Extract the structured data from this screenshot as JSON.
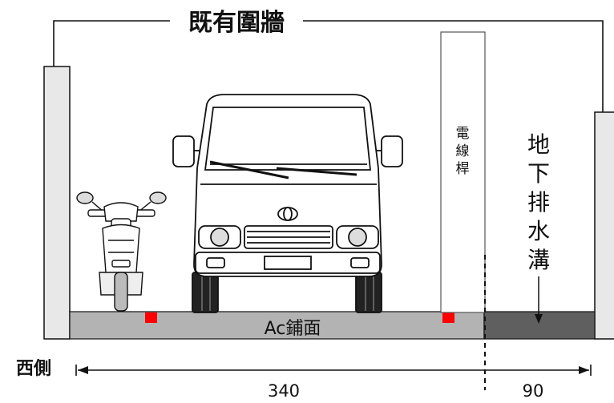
{
  "labels": {
    "existing_wall": "既有圍牆",
    "utility_pole": [
      "電",
      "線",
      "桿"
    ],
    "drainage_ditch": [
      "地",
      "下",
      "排",
      "水",
      "溝"
    ],
    "pavement": "Ac鋪面",
    "west_side": "西側",
    "width_left": "340",
    "width_right": "90"
  },
  "colors": {
    "wall": "#e8e8e8",
    "pavement": "#b3b3b3",
    "ditch": "#5f5f5f",
    "marker": "#ff0000",
    "line": "#111111"
  },
  "icons": {
    "vehicle": "truck-front-icon",
    "motorcycle": "motorcycle-front-icon"
  }
}
